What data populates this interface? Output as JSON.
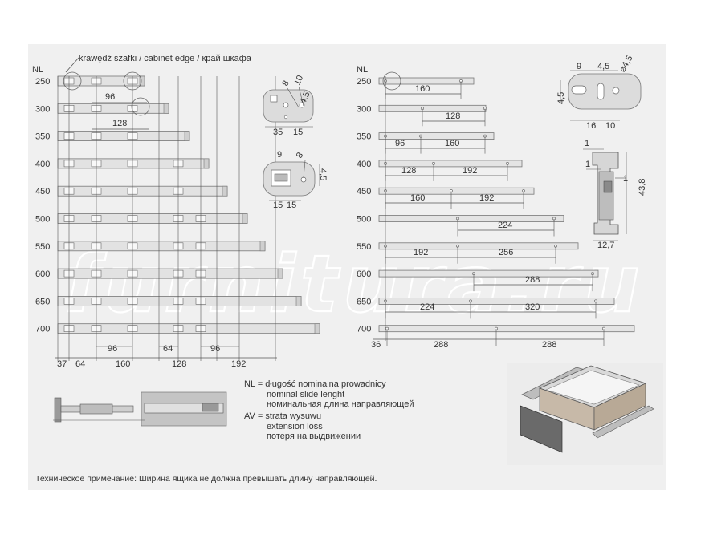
{
  "labels": {
    "nl_header": "NL",
    "cabinet_edge": "krawędź szafki / cabinet edge / край шкафа",
    "legend_nl_1": "NL = długość nominalna prowadnicy",
    "legend_nl_2": "nominal slide lenght",
    "legend_nl_3": "номинальная длина направляющей",
    "legend_av_1": "AV = strata wysuwu",
    "legend_av_2": "extension loss",
    "legend_av_3": "потеря на выдвижении",
    "tech_note": "Техническое примечание: Ширина ящика не должна превышать длину направляющей.",
    "watermark": "furnitura.ru"
  },
  "left_rows": [
    "250",
    "300",
    "350",
    "400",
    "450",
    "500",
    "550",
    "600",
    "650",
    "700"
  ],
  "right_rows": [
    "250",
    "300",
    "350",
    "400",
    "450",
    "500",
    "550",
    "600",
    "650",
    "700"
  ],
  "left_bottom_dims": [
    "37",
    "64",
    "96",
    "160",
    "64",
    "128",
    "96",
    "192"
  ],
  "left_inline_dims": [
    "96",
    "128"
  ],
  "right_dims": {
    "r250": [
      "160"
    ],
    "r300": [
      "128"
    ],
    "r350": [
      "96",
      "160"
    ],
    "r400": [
      "128",
      "192"
    ],
    "r450": [
      "160",
      "192"
    ],
    "r500": [
      "224"
    ],
    "r550": [
      "192",
      "256"
    ],
    "r600": [
      "288"
    ],
    "r650": [
      "224",
      "320"
    ],
    "r700": [
      "36",
      "288",
      "288"
    ]
  },
  "detail_dims": {
    "d1_a": "8",
    "d1_b": "10",
    "d1_c": "4,5",
    "d1_d": "35",
    "d1_e": "15",
    "d2_a": "9",
    "d2_b": "8",
    "d2_c": "4,5",
    "d2_d": "15",
    "d2_e": "15",
    "d3_a": "9",
    "d3_b": "4,5",
    "d3_c": "⌀4,5",
    "d3_d": "4,5",
    "d3_e": "16",
    "d3_f": "10",
    "d4_a": "1",
    "d4_b": "1",
    "d4_c": "1",
    "d4_d": "43,8",
    "d4_e": "12,7"
  }
}
